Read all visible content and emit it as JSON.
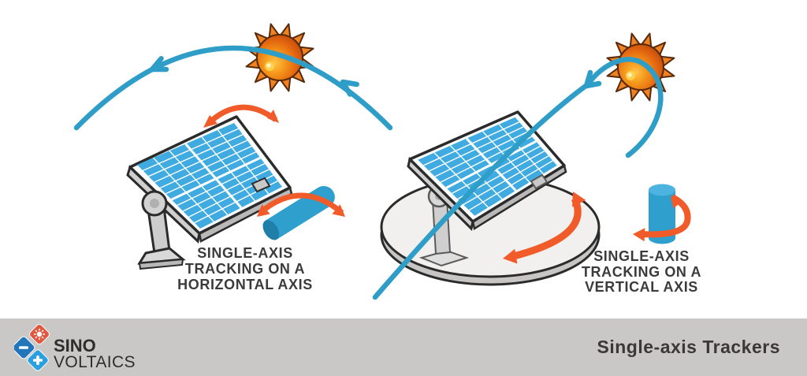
{
  "left_diagram": {
    "caption": {
      "line1": "SINGLE-AXIS",
      "line2": "TRACKING ON A",
      "line3": "HORIZONTAL AXIS"
    }
  },
  "right_diagram": {
    "caption": {
      "line1": "SINGLE-AXIS",
      "line2": "TRACKING ON A",
      "line3": "VERTICAL AXIS"
    }
  },
  "footer": {
    "brand": {
      "line1": "SINO",
      "line2": "VOLTAICS"
    },
    "title": "Single-axis Trackers"
  },
  "icons": {
    "sun": "sun-icon",
    "sun_path": "sun-path-arc",
    "tilt_arrow": "rotation-arrow-icon",
    "axis_cylinder": "axis-cylinder",
    "logo_sun": "sun-glyph",
    "logo_minus": "minus-glyph",
    "logo_plus": "plus-glyph"
  },
  "colors": {
    "sky_path_blue": "#2e9dc8",
    "panel_cell_blue": "#3fabe0",
    "arrow_orange": "#f15a29",
    "sun_ray_orange": "#ef8221",
    "sun_core_orange": "#e4660f",
    "caption_text": "#3b3b3b",
    "footer_background": "#cac7c7",
    "footer_text": "#3c3838",
    "logo_red": "#e2573f",
    "logo_blue_dark": "#2276b9",
    "logo_blue_light": "#2b9fe0",
    "metal_gray": "#cdcdcd",
    "disc_gray": "#f2f0ef"
  }
}
